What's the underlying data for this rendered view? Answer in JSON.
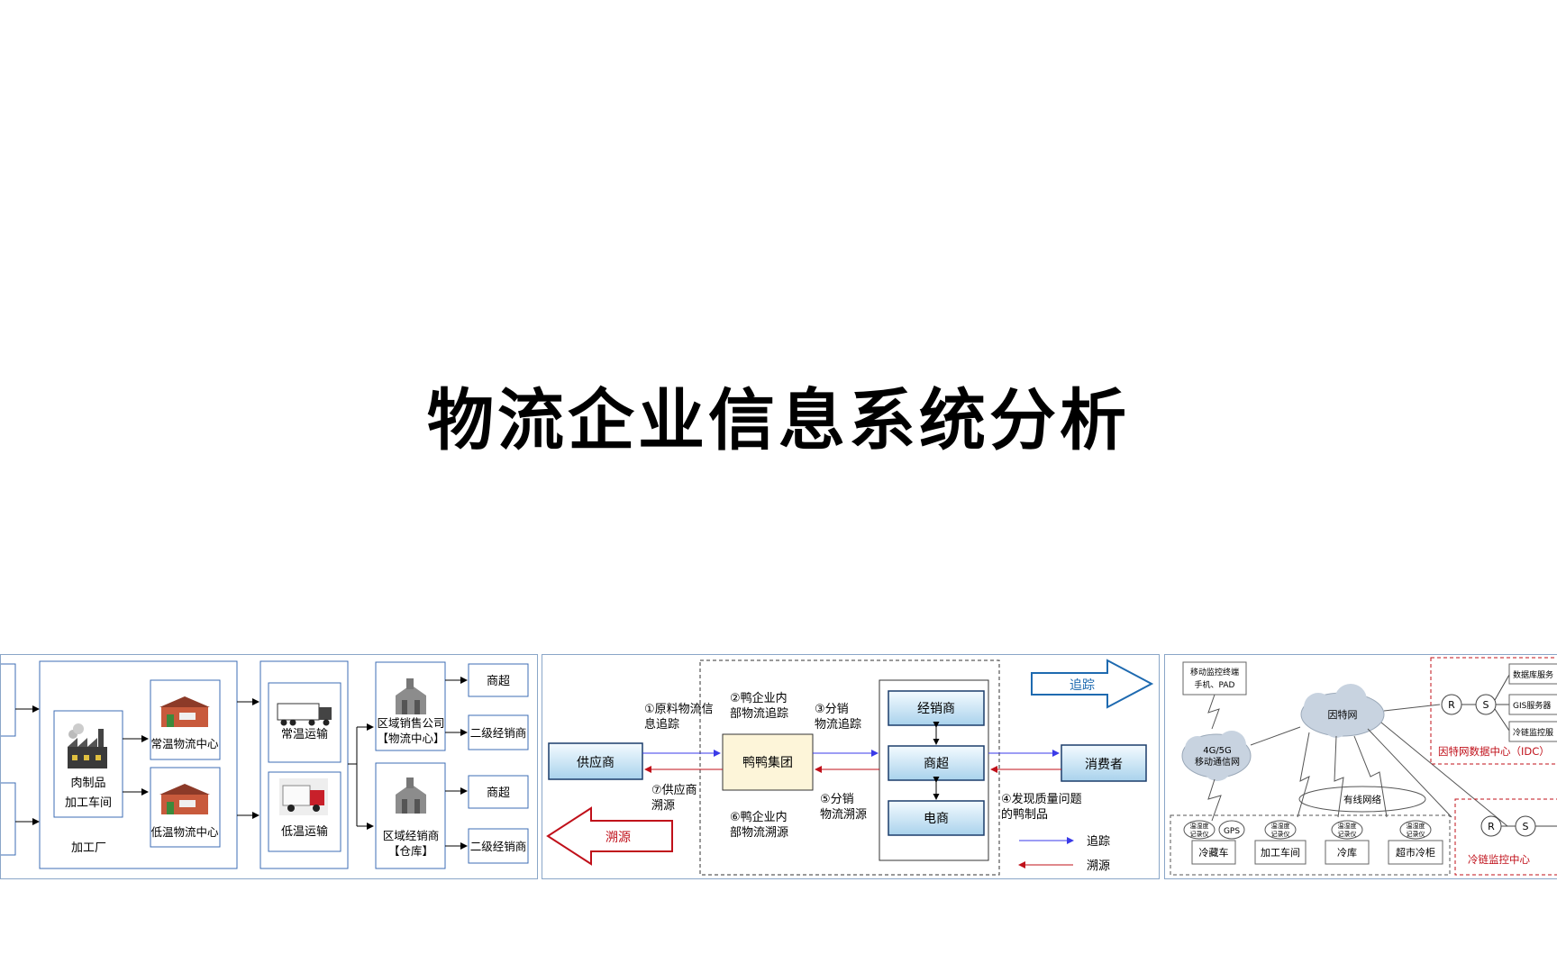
{
  "slide": {
    "title": "物流企业信息系统分析"
  },
  "supply_chain": {
    "factory_label": "加工厂",
    "workshop_line1": "肉制品",
    "workshop_line2": "加工车间",
    "ambient_center": "常温物流中心",
    "cold_center": "低温物流中心",
    "ambient_transport": "常温运输",
    "cold_transport": "低温运输",
    "regional_sales_line1": "区域销售公司",
    "regional_sales_line2": "【物流中心】",
    "regional_dealer_line1": "区域经销商",
    "regional_dealer_line2": "【仓库】",
    "supermarket_a": "商超",
    "secondary_dealer_a": "二级经销商",
    "supermarket_b": "商超",
    "secondary_dealer_b": "二级经销商"
  },
  "trace_flow": {
    "supplier": "供应商",
    "group": "鸭鸭集团",
    "dealer": "经销商",
    "supermarket": "商超",
    "ecommerce": "电商",
    "consumer": "消费者",
    "step1_line1": "①原料物流信",
    "step1_line2": "息追踪",
    "step2_line1": "②鸭企业内",
    "step2_line2": "部物流追踪",
    "step3_line1": "③分销",
    "step3_line2": "物流追踪",
    "step4_line1": "④发现质量问题",
    "step4_line2": "的鸭制品",
    "step5_line1": "⑤分销",
    "step5_line2": "物流溯源",
    "step6_line1": "⑥鸭企业内",
    "step6_line2": "部物流溯源",
    "step7_line1": "⑦供应商",
    "step7_line2": "溯源",
    "big_arrow_trace": "追踪",
    "big_arrow_source": "溯源",
    "legend_trace": "追踪",
    "legend_source": "溯源",
    "colors": {
      "trace": "#3a3ae8",
      "source": "#c0101a"
    }
  },
  "network": {
    "mobile_terminal_line1": "移动监控终端",
    "mobile_terminal_line2": "手机、PAD",
    "mobile_network_line1": "4G/5G",
    "mobile_network_line2": "移动通信网",
    "internet": "因特网",
    "wired_network": "有线网络",
    "router": "R",
    "switch": "S",
    "idc_db": "数据库服务",
    "idc_gis": "GIS服务器",
    "idc_cold": "冷链监控服",
    "idc_label": "因特网数据中心（IDC）",
    "cold_center_label": "冷链监控中心",
    "recorder_line1": "温湿度",
    "recorder_line2": "记录仪",
    "gps": "GPS",
    "site_truck": "冷藏车",
    "site_workshop": "加工车间",
    "site_coldstore": "冷库",
    "site_cabinet": "超市冷柜"
  }
}
